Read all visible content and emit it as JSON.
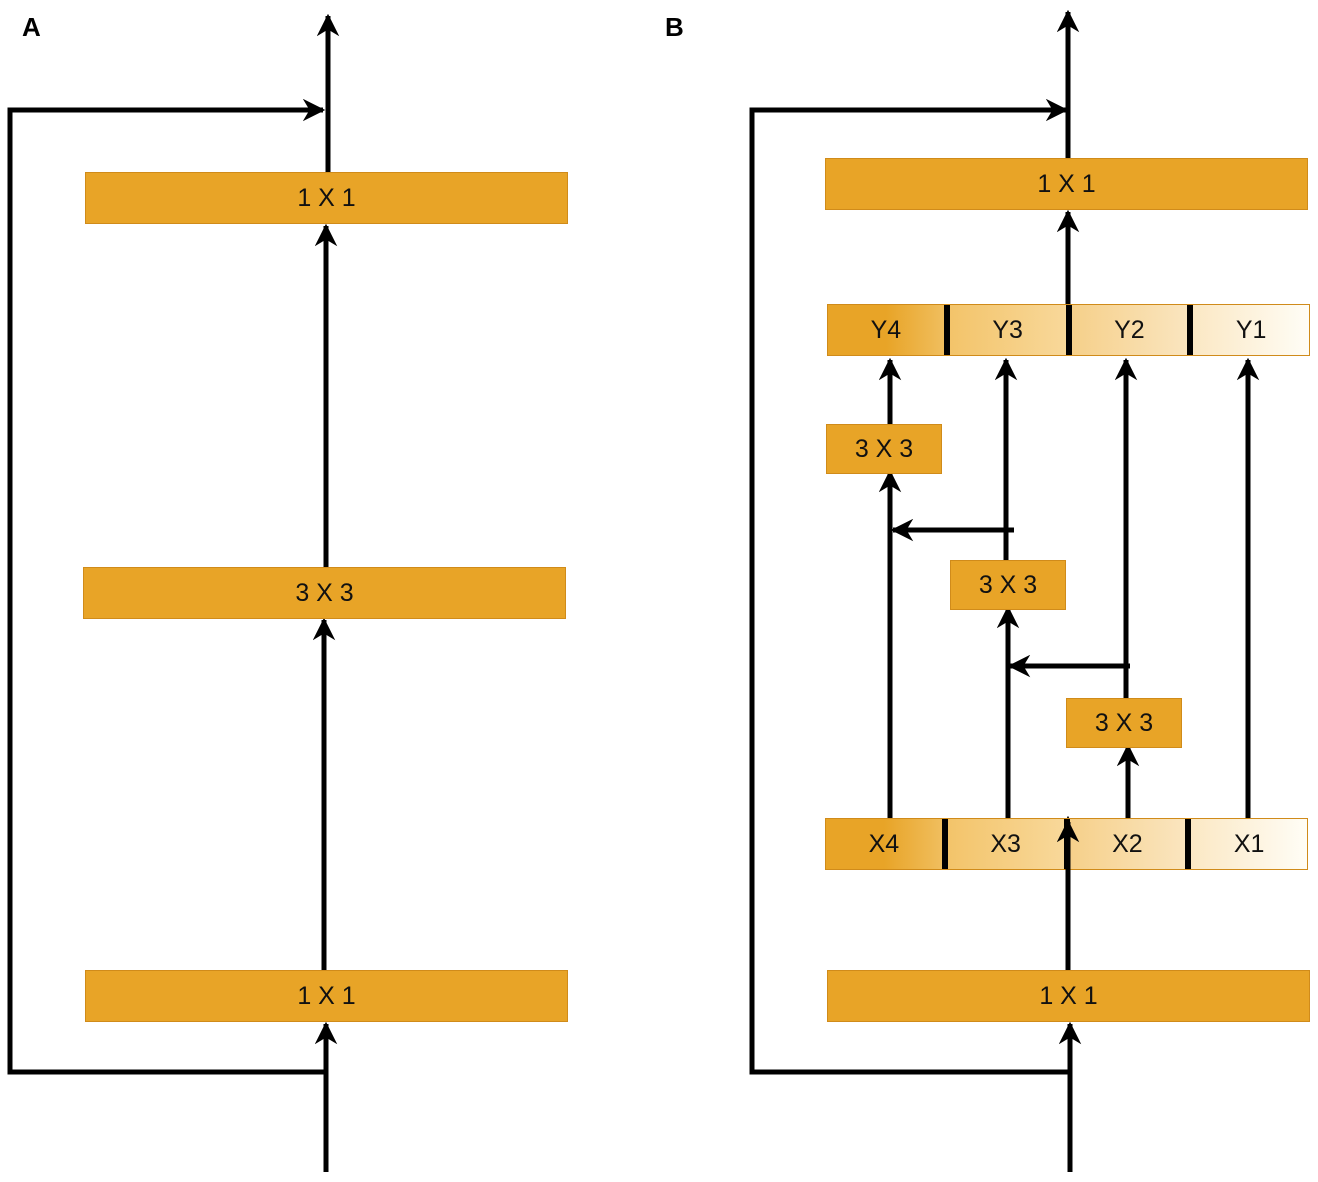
{
  "panel_a": {
    "label": "A",
    "top_conv": "1 X 1",
    "middle_conv": "3 X 3",
    "bottom_conv": "1 X 1"
  },
  "panel_b": {
    "label": "B",
    "top_conv": "1 X 1",
    "bottom_conv": "1 X 1",
    "y_segments": [
      "Y4",
      "Y3",
      "Y2",
      "Y1"
    ],
    "x_segments": [
      "X4",
      "X3",
      "X2",
      "X1"
    ],
    "conv_x4": "3 X 3",
    "conv_x3": "3 X 3",
    "conv_x2": "3 X 3"
  },
  "colors": {
    "block": "#E8A427",
    "block_border": "#D08B1A",
    "arrow": "#000000"
  }
}
